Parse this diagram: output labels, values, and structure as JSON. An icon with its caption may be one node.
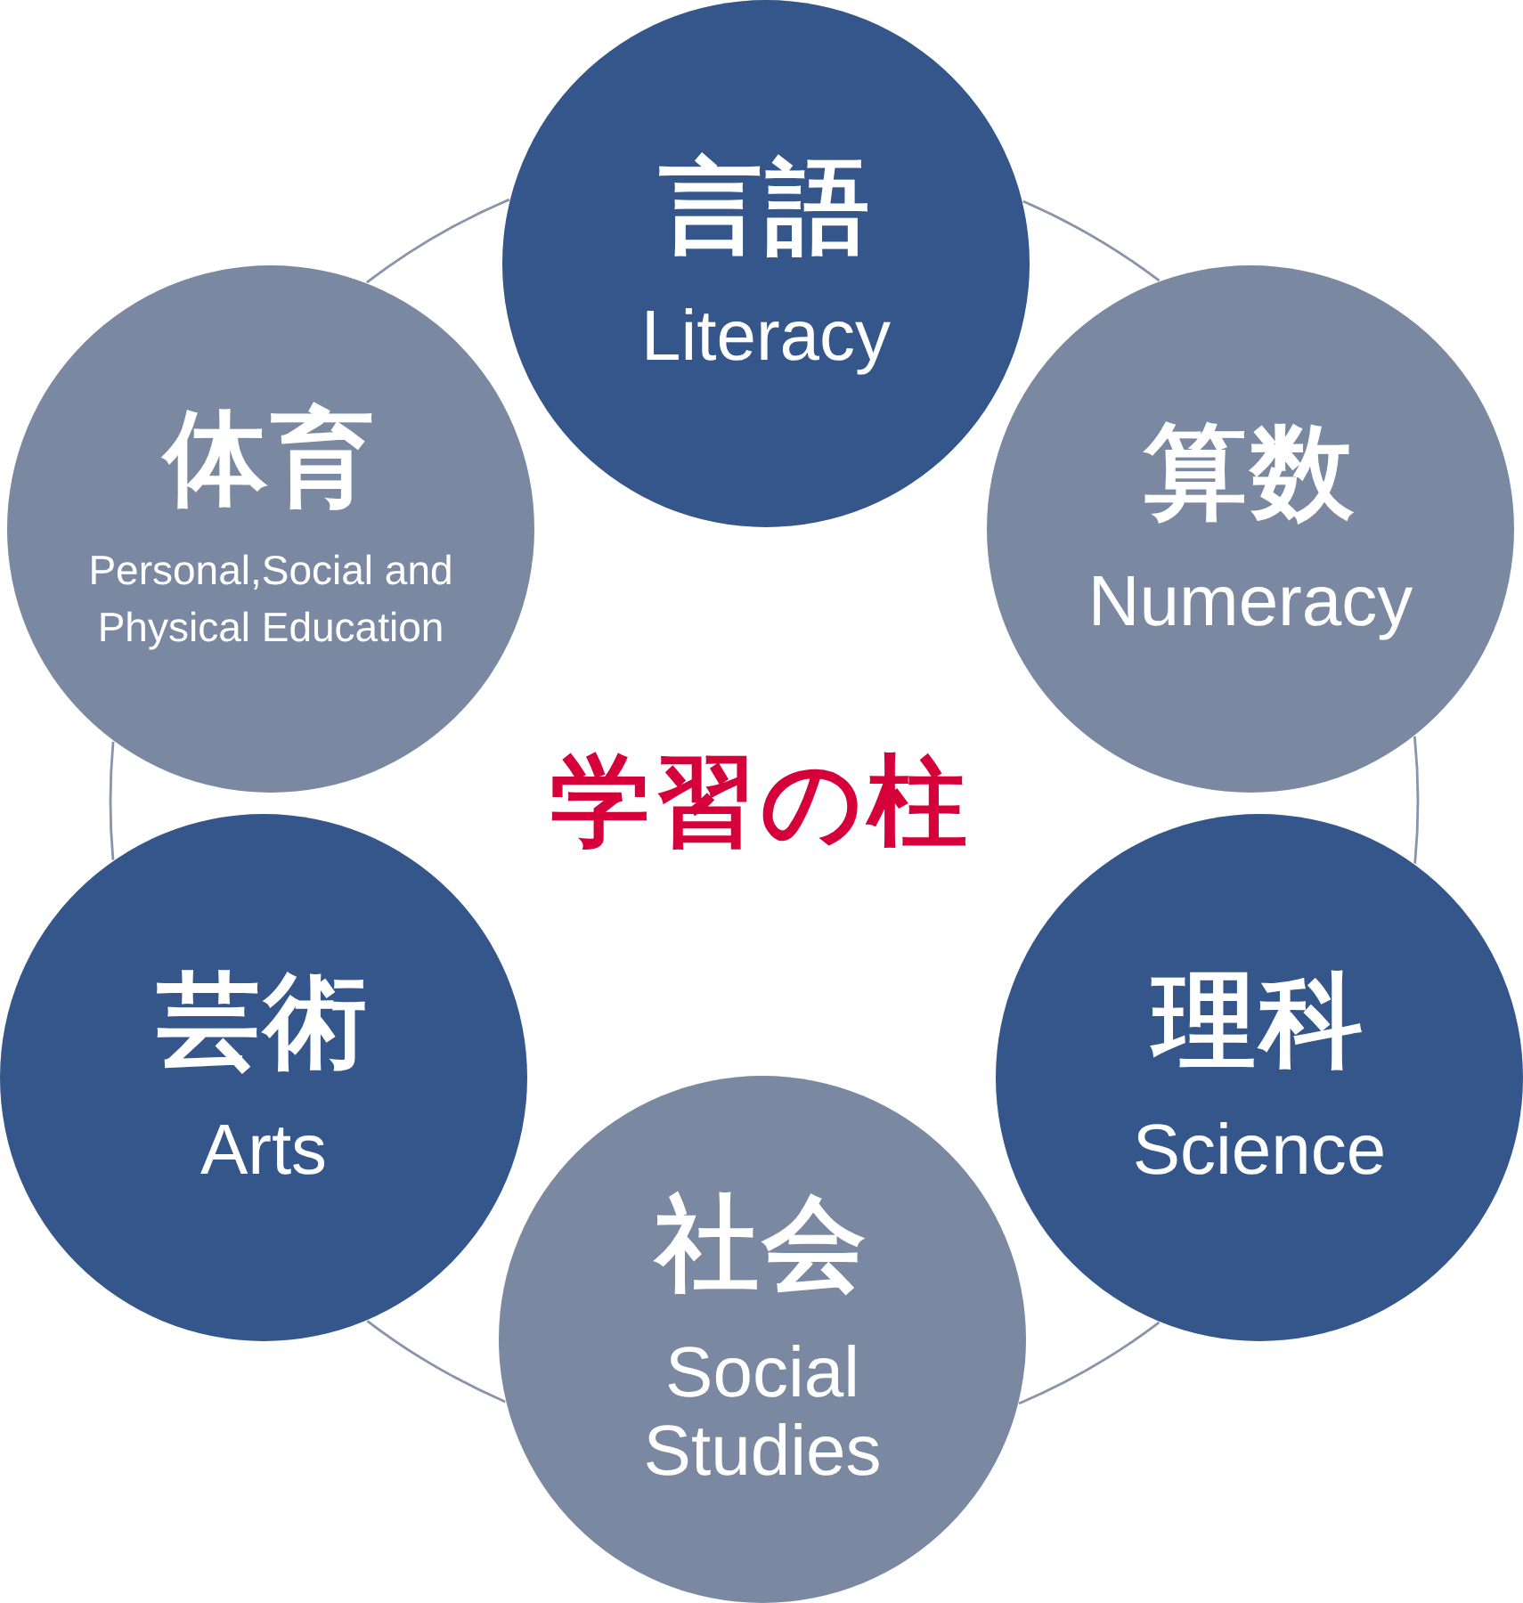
{
  "diagram": {
    "title": "学習の柱",
    "nodes": [
      {
        "text": [
          "言語",
          "Literacy"
        ]
      },
      {
        "text": [
          "体育",
          "Personal,Social and Physical Education"
        ]
      },
      {
        "text": [
          "算数",
          "Numeracy"
        ]
      },
      {
        "text": [
          "芸術",
          "Arts"
        ]
      },
      {
        "text": [
          "理科",
          "Science"
        ]
      },
      {
        "text": [
          "社会",
          "Social Studies"
        ]
      }
    ],
    "edges": [
      {
        "from": 0,
        "to": 2,
        "arrow": "none"
      },
      {
        "from": 2,
        "to": 4,
        "arrow": "none"
      },
      {
        "from": 4,
        "to": 5,
        "arrow": "none"
      },
      {
        "from": 5,
        "to": 3,
        "arrow": "none"
      },
      {
        "from": 3,
        "to": 1,
        "arrow": "none"
      },
      {
        "from": 1,
        "to": 0,
        "arrow": "none"
      }
    ]
  }
}
